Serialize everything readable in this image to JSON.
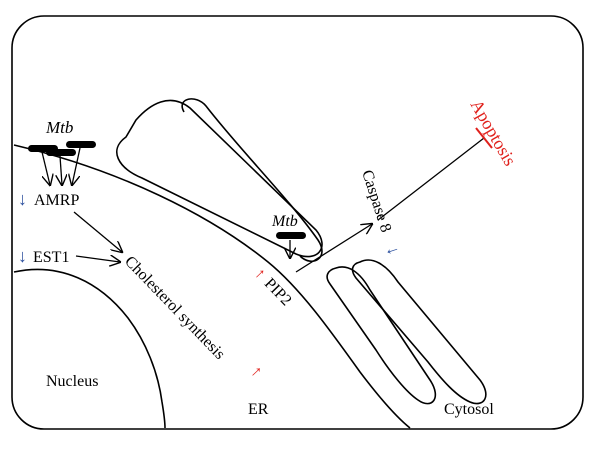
{
  "labels": {
    "mtb_top": "Mtb",
    "mtb_mid": "Mtb",
    "amrp": "AMRP",
    "est1": "EST1",
    "cholesterol": "Cholesterol synthesis",
    "pip2": "PIP2",
    "caspase8": "Caspase 8",
    "apoptosis": "Apoptosis",
    "nucleus": "Nucleus",
    "er": "ER",
    "cytosol": "Cytosol"
  },
  "arrows": {
    "down": "↓",
    "up": "↑"
  },
  "colors": {
    "up_arrow": "#e0211c",
    "down_arrow": "#2b4f9e",
    "apoptosis": "#e0211c"
  }
}
